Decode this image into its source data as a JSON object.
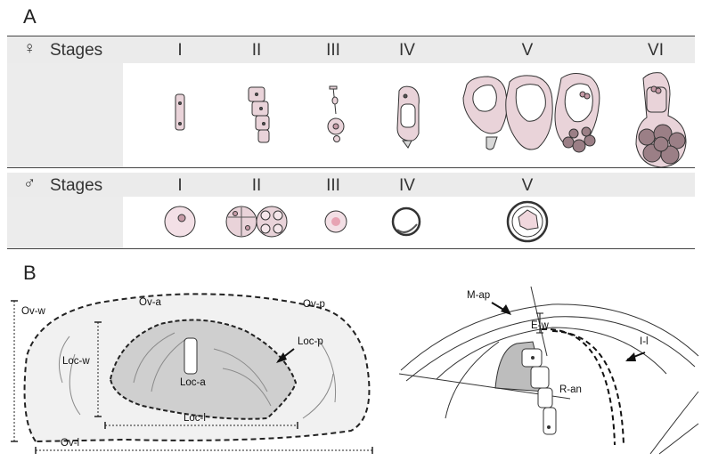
{
  "panels": {
    "a_label": "A",
    "b_label": "B"
  },
  "female": {
    "symbol": "♀",
    "title": "Stages",
    "stages": [
      "I",
      "II",
      "III",
      "IV",
      "V",
      "VI"
    ]
  },
  "male": {
    "symbol": "♂",
    "title": "Stages",
    "stages": [
      "I",
      "II",
      "III",
      "IV",
      "V"
    ]
  },
  "left_diagram": {
    "labels": [
      "Ov-w",
      "Ov-a",
      "Ov-p",
      "Loc-w",
      "Loc-p",
      "Loc-a",
      "Loc-l",
      "Ov-l"
    ]
  },
  "right_diagram": {
    "labels": [
      "M-ap",
      "E-w",
      "I-l",
      "R-an"
    ]
  },
  "colors": {
    "cell_fill": "#e9d3d9",
    "cell_dark": "#9b7f86",
    "grey_fill": "#c9c9c9",
    "region_fill": "#f1f1f1"
  }
}
